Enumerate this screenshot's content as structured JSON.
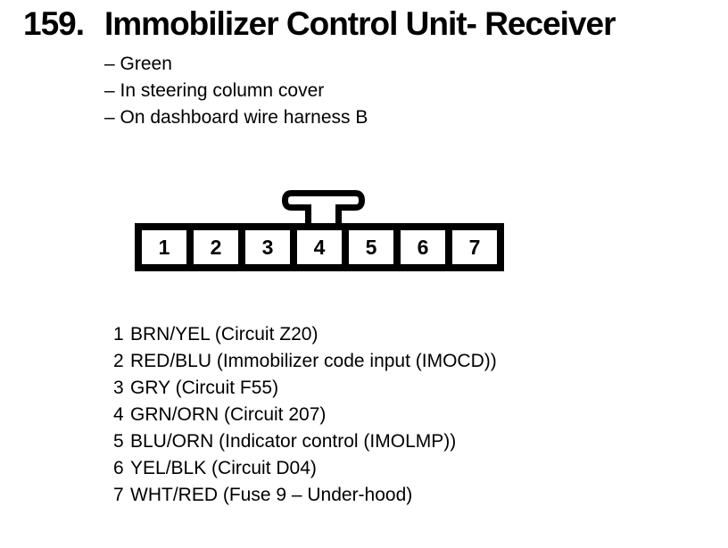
{
  "header": {
    "number": "159.",
    "title": "Immobilizer Control Unit- Receiver",
    "notes": [
      "– Green",
      "– In steering column cover",
      "– On dashboard wire harness B"
    ]
  },
  "connector": {
    "pins": [
      "1",
      "2",
      "3",
      "4",
      "5",
      "6",
      "7"
    ]
  },
  "pin_list": [
    {
      "pin": "1",
      "desc": "BRN/YEL (Circuit Z20)"
    },
    {
      "pin": "2",
      "desc": "RED/BLU (Immobilizer code input (IMOCD))"
    },
    {
      "pin": "3",
      "desc": "GRY (Circuit F55)"
    },
    {
      "pin": "4",
      "desc": "GRN/ORN (Circuit 207)"
    },
    {
      "pin": "5",
      "desc": "BLU/ORN (Indicator control (IMOLMP))"
    },
    {
      "pin": "6",
      "desc": "YEL/BLK (Circuit D04)"
    },
    {
      "pin": "7",
      "desc": "WHT/RED (Fuse 9 – Under-hood)"
    }
  ],
  "colors": {
    "ink": "#000000",
    "paper": "#ffffff"
  }
}
